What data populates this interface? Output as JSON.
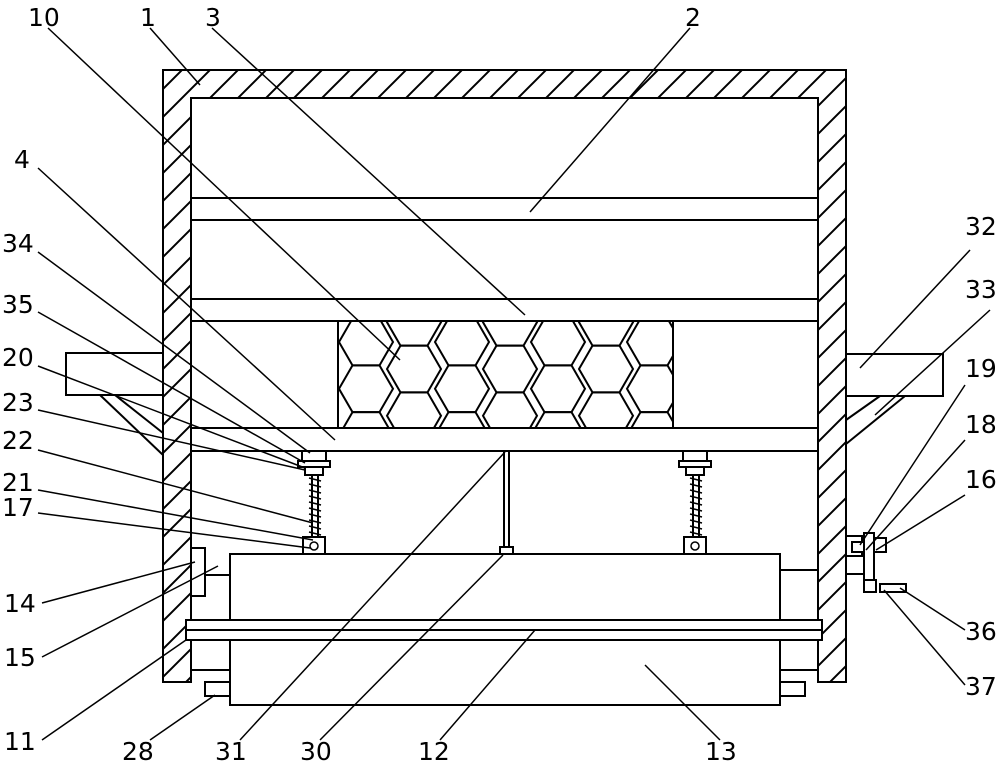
{
  "labels": {
    "l1": "1",
    "l2": "2",
    "l3": "3",
    "l4": "4",
    "l10": "10",
    "l11": "11",
    "l12": "12",
    "l13": "13",
    "l14": "14",
    "l15": "15",
    "l16": "16",
    "l17": "17",
    "l18": "18",
    "l19": "19",
    "l20": "20",
    "l21": "21",
    "l22": "22",
    "l23": "23",
    "l28": "28",
    "l30": "30",
    "l31": "31",
    "l32": "32",
    "l33": "33",
    "l34": "34",
    "l35": "35",
    "l36": "36",
    "l37": "37"
  },
  "colors": {
    "stroke": "#000000",
    "background": "#ffffff"
  }
}
